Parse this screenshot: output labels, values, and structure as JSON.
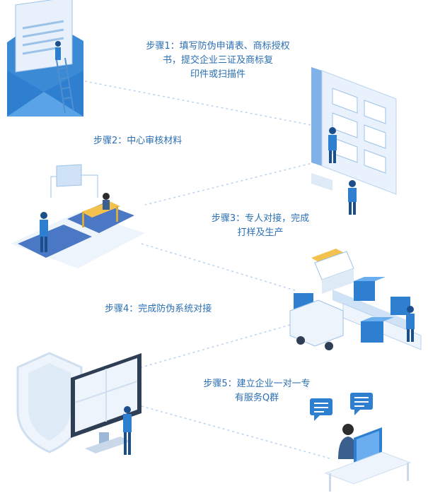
{
  "steps": {
    "s1_line1": "步骤1：填写防伪申请表、商标授权",
    "s1_line2": "书，提交企业三证及商标复",
    "s1_line3": "印件或扫描件",
    "s2": "步骤2：中心审核材料",
    "s3_line1": "步骤3：专人对接，完成",
    "s3_line2": "打样及生产",
    "s4": "步骤4：完成防伪系统对接",
    "s5_line1": "步骤5：建立企业一对一专",
    "s5_line2": "有服务Q群"
  },
  "colors": {
    "text_blue": "#2b6fb3",
    "primary": "#2f7fd1",
    "light": "#cfe2f6",
    "dark": "#1b4f8c",
    "accent": "#f2c14e"
  },
  "icons": [
    "envelope-document-ladder-illustration",
    "document-board-workers-illustration",
    "desk-meeting-illustration",
    "production-line-truck-illustration",
    "shield-monitor-illustration",
    "customer-service-chat-illustration"
  ]
}
